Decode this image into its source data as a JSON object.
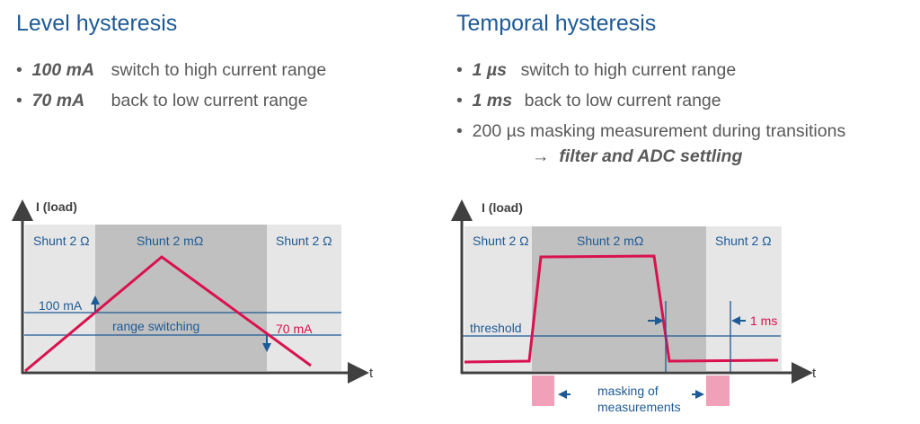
{
  "left": {
    "title": "Level hysteresis",
    "bullets": [
      {
        "bold": "100 mA",
        "text": "switch to high current range"
      },
      {
        "bold": "70 mA",
        "text": "back to low current range"
      }
    ],
    "diagram": {
      "ylabel": "I (load)",
      "xlabel": "t",
      "regions": [
        "Shunt 2 Ω",
        "Shunt 2 mΩ",
        "Shunt 2 Ω"
      ],
      "upper": "100 mA",
      "lower": "70 mA",
      "band": "range switching"
    }
  },
  "right": {
    "title": "Temporal hysteresis",
    "bullets": [
      {
        "bold": "1 µs",
        "text": "switch to high current range"
      },
      {
        "bold": "1 ms",
        "text": "back to low current range"
      },
      {
        "bold": "",
        "text": "200 µs masking measurement during transitions"
      }
    ],
    "arrow_note": "→",
    "note": "filter and ADC settling",
    "diagram": {
      "ylabel": "I (load)",
      "xlabel": "t",
      "regions": [
        "Shunt 2 Ω",
        "Shunt 2 mΩ",
        "Shunt 2 Ω"
      ],
      "threshold": "threshold",
      "delay": "1 ms",
      "masking": [
        "masking of",
        "measurements"
      ]
    }
  },
  "colors": {
    "blue": "#1d5a96",
    "red": "#d9124f",
    "pink": "#f0a0b8",
    "light": "#e6e6e6",
    "dark": "#c0c0c0"
  }
}
